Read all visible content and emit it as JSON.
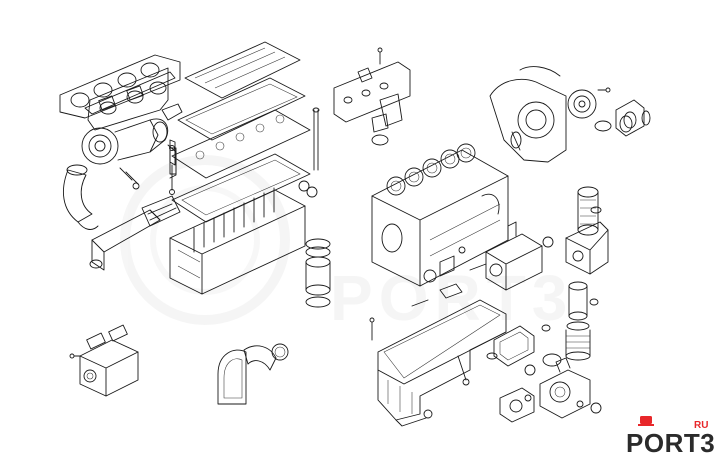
{
  "watermark": {
    "text": "PORT3",
    "color": "#ececec"
  },
  "logo": {
    "main_text": "PORT3",
    "suffix": "RU",
    "accent_color": "#e8272a",
    "text_color": "#2b2b2b"
  },
  "groups": [
    {
      "id": "exhaust-manifold-gaskets"
    },
    {
      "id": "turbocharger"
    },
    {
      "id": "exhaust-pipes"
    },
    {
      "id": "valve-cover"
    },
    {
      "id": "cylinder-head"
    },
    {
      "id": "cylinder-liner"
    },
    {
      "id": "intake-manifold"
    },
    {
      "id": "timing-cover"
    },
    {
      "id": "flywheel"
    },
    {
      "id": "engine-block"
    },
    {
      "id": "fuel-pump"
    },
    {
      "id": "oil-filter"
    },
    {
      "id": "oil-pan"
    },
    {
      "id": "water-pump"
    },
    {
      "id": "air-compressor"
    },
    {
      "id": "crankshaft-seals"
    }
  ]
}
